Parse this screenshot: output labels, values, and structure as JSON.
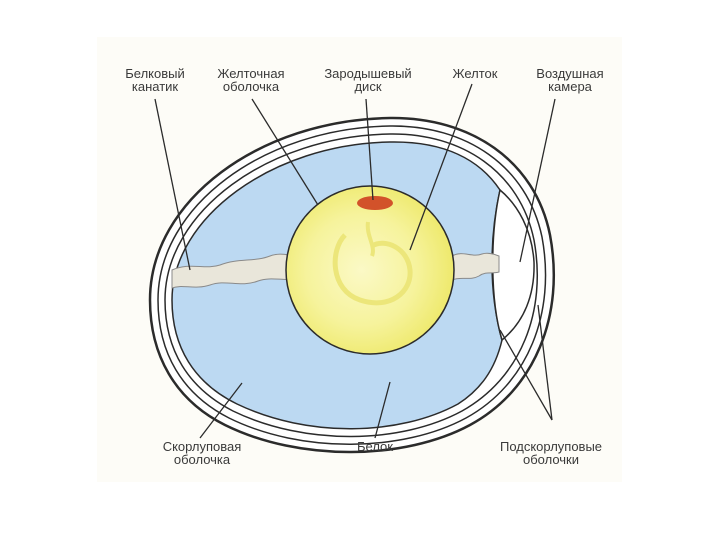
{
  "labels": {
    "chalaza": [
      "Белковый",
      "канатик"
    ],
    "vitelline_membrane": [
      "Желточная",
      "оболочка"
    ],
    "germinal_disc": [
      "Зародышевый",
      "диск"
    ],
    "yolk": [
      "Желток"
    ],
    "air_cell": [
      "Воздушная",
      "камера"
    ],
    "shell_membrane": [
      "Скорлуповая",
      "оболочка"
    ],
    "albumen": [
      "Белок"
    ],
    "inner_membranes": [
      "Подскорлуповые",
      "оболочки"
    ]
  },
  "colors": {
    "background": "#fdfcf7",
    "shell_fill": "#ffffff",
    "shell_outline": "#2b2b2b",
    "albumen": "#bcd9f2",
    "yolk": "#f4f08a",
    "yolk_center": "#fbf9c6",
    "germinal_disc": "#d2522a",
    "chalaza": "#e9e6da",
    "air_cell": "#ffffff",
    "leader_line": "#2b2b2b",
    "text": "#3a3a3a"
  }
}
